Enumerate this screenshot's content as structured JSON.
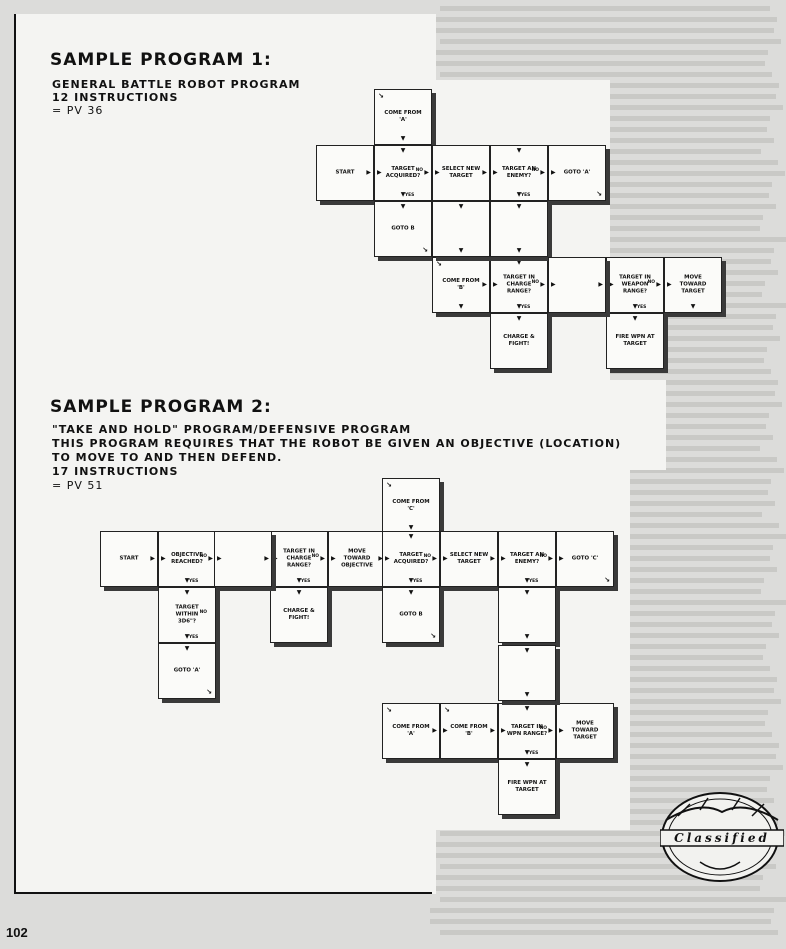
{
  "page_number": "102",
  "logo_text": "Classified",
  "program1": {
    "title": "SAMPLE PROGRAM 1:",
    "subtitle": "GENERAL BATTLE ROBOT PROGRAM",
    "instructions": "12 INSTRUCTIONS",
    "pv": "= PV 36",
    "cells": [
      {
        "key": "come_a",
        "text": "COME FROM 'A'"
      },
      {
        "key": "start",
        "text": "START"
      },
      {
        "key": "target_acquired",
        "text": "TARGET ACQUIRED?",
        "no": "NO",
        "yes": "YES"
      },
      {
        "key": "select_target",
        "text": "SELECT NEW TARGET"
      },
      {
        "key": "target_enemy",
        "text": "TARGET AN ENEMY?",
        "no": "NO",
        "yes": "YES"
      },
      {
        "key": "goto_a",
        "text": "GOTO 'A'"
      },
      {
        "key": "goto_b",
        "text": "GOTO B"
      },
      {
        "key": "come_b",
        "text": "COME FROM 'B'"
      },
      {
        "key": "charge_range",
        "text": "TARGET IN CHARGE RANGE?",
        "no": "NO",
        "yes": "YES"
      },
      {
        "key": "weapon_range",
        "text": "TARGET IN WEAPON RANGE?",
        "no": "NO",
        "yes": "YES"
      },
      {
        "key": "move_toward",
        "text": "MOVE TOWARD TARGET"
      },
      {
        "key": "charge_fight",
        "text": "CHARGE & FIGHT!"
      },
      {
        "key": "fire_wpn",
        "text": "FIRE WPN AT TARGET"
      }
    ]
  },
  "program2": {
    "title": "SAMPLE PROGRAM 2:",
    "line1": "\"TAKE AND HOLD\" PROGRAM/DEFENSIVE PROGRAM",
    "line2": "THIS PROGRAM REQUIRES THAT THE ROBOT BE GIVEN AN OBJECTIVE (LOCATION)",
    "line3": "TO MOVE TO AND THEN DEFEND.",
    "instructions": "17 INSTRUCTIONS",
    "pv": "= PV 51",
    "cells": [
      {
        "key": "come_c",
        "text": "COME FROM 'C'"
      },
      {
        "key": "start",
        "text": "START"
      },
      {
        "key": "objective_reached",
        "text": "OBJECTIVE REACHED?",
        "no": "NO",
        "yes": "YES"
      },
      {
        "key": "charge_range",
        "text": "TARGET IN CHARGE RANGE?",
        "no": "NO",
        "yes": "YES"
      },
      {
        "key": "move_objective",
        "text": "MOVE TOWARD OBJECTIVE"
      },
      {
        "key": "target_acquired",
        "text": "TARGET ACQUIRED?",
        "no": "NO",
        "yes": "YES"
      },
      {
        "key": "select_target",
        "text": "SELECT NEW TARGET"
      },
      {
        "key": "target_enemy",
        "text": "TARGET AN ENEMY?",
        "no": "NO",
        "yes": "YES"
      },
      {
        "key": "goto_c",
        "text": "GOTO 'C'"
      },
      {
        "key": "target_within",
        "text": "TARGET WITHIN 3D6\"?",
        "no": "NO",
        "yes": "YES"
      },
      {
        "key": "charge_fight",
        "text": "CHARGE & FIGHT!"
      },
      {
        "key": "goto_b",
        "text": "GOTO B"
      },
      {
        "key": "goto_a",
        "text": "GOTO 'A'"
      },
      {
        "key": "come_a",
        "text": "COME FROM 'A'"
      },
      {
        "key": "come_b",
        "text": "COME FROM 'B'"
      },
      {
        "key": "wpn_range",
        "text": "TARGET IN WPN RANGE?",
        "no": "NO",
        "yes": "YES"
      },
      {
        "key": "move_toward",
        "text": "MOVE TOWARD TARGET"
      },
      {
        "key": "fire_wpn",
        "text": "FIRE WPN AT TARGET"
      }
    ]
  }
}
